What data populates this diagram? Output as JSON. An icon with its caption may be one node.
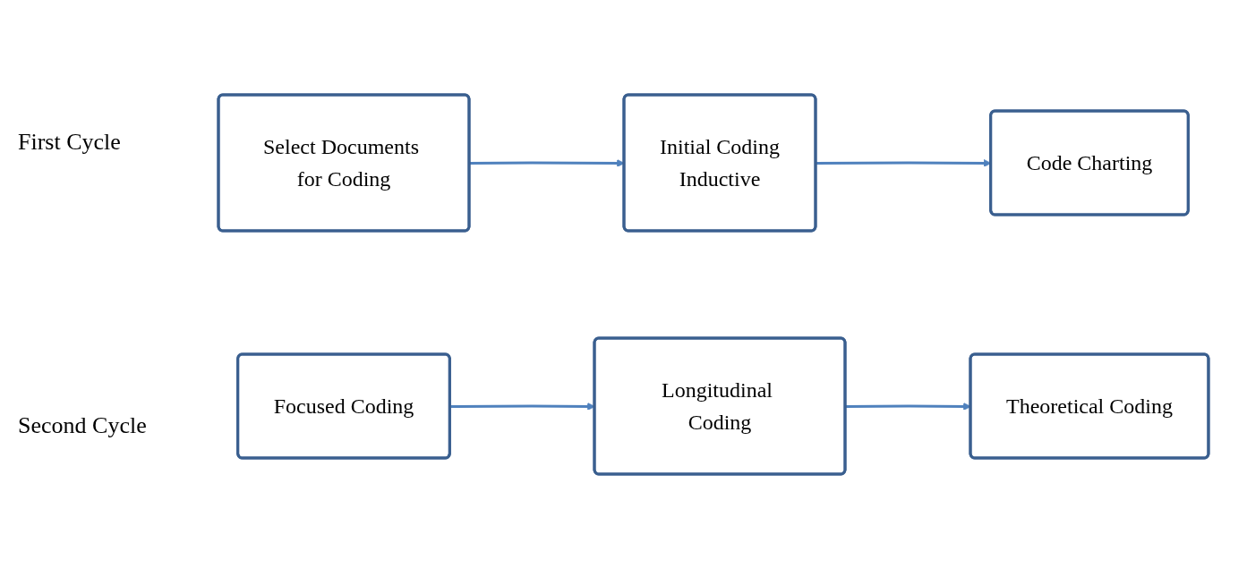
{
  "diagram": {
    "nodes": [
      {
        "text": [
          "Select Documents for Coding"
        ]
      },
      {
        "text": [
          "Initial Coding",
          "Inductive"
        ]
      },
      {
        "text": [
          "Code Charting"
        ]
      },
      {
        "text": [
          "Focused Coding"
        ]
      },
      {
        "text": [
          "Longitudinal Coding"
        ]
      },
      {
        "text": [
          "Theoretical Coding"
        ]
      }
    ],
    "edges": [
      {
        "from": 0,
        "to": 1,
        "arrow": "to"
      },
      {
        "from": 1,
        "to": 2,
        "arrow": "to"
      },
      {
        "from": 3,
        "to": 4,
        "arrow": "to"
      },
      {
        "from": 4,
        "to": 5,
        "arrow": "to"
      }
    ],
    "labels": [
      "First Cycle",
      "Second Cycle"
    ]
  }
}
